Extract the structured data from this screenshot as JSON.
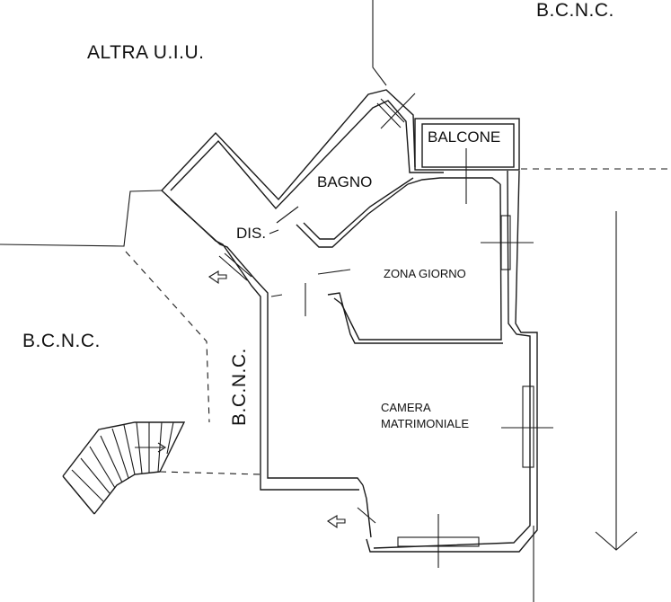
{
  "labels": {
    "altra_uiu": "ALTRA U.I.U.",
    "bcnc_top": "B.C.N.C.",
    "bcnc_left": "B.C.N.C.",
    "bcnc_vertical": "B.C.N.C.",
    "balcone": "BALCONE",
    "bagno": "BAGNO",
    "dis": "DIS.",
    "zona_giorno": "ZONA GIORNO",
    "camera_line1": "CAMERA",
    "camera_line2": "MATRIMONIALE"
  }
}
